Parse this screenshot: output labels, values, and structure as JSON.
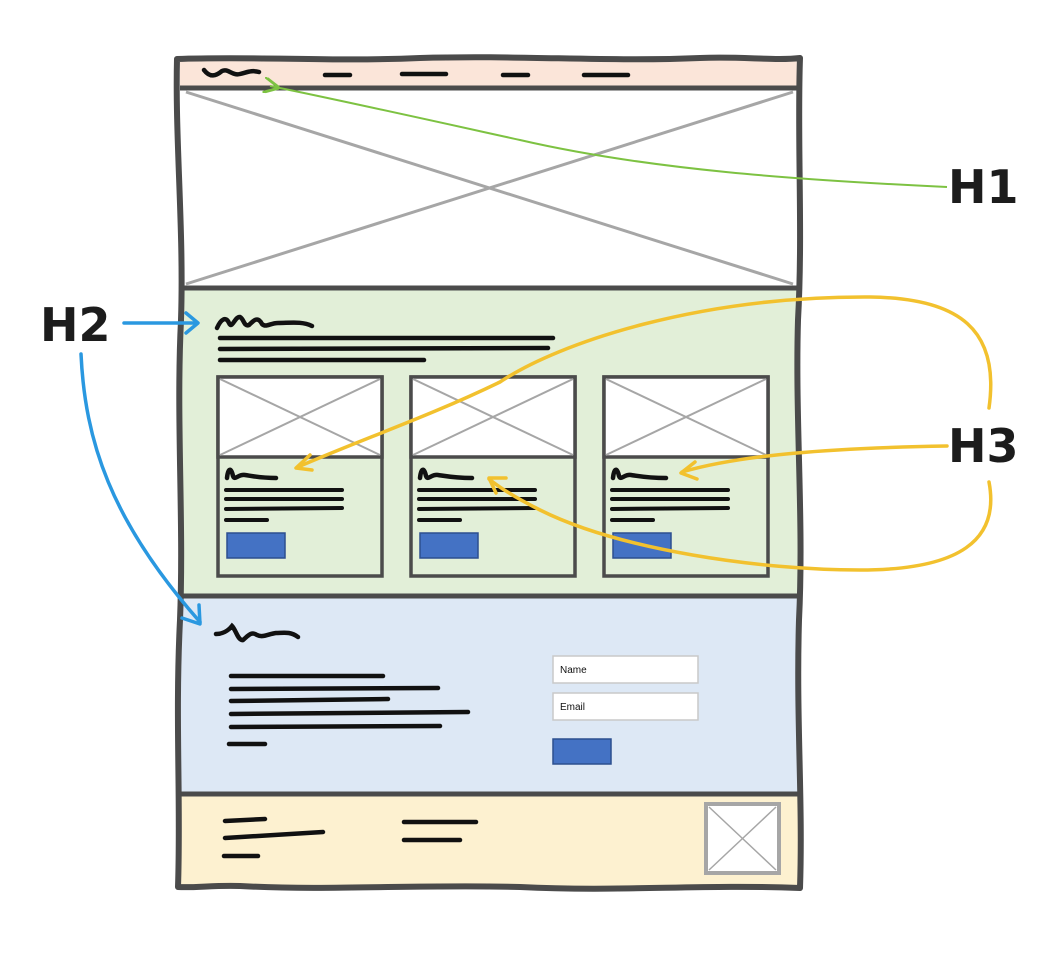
{
  "labels": {
    "h1": "H1",
    "h2": "H2",
    "h3": "H3"
  },
  "form": {
    "name_placeholder": "Name",
    "email_placeholder": "Email"
  },
  "colors": {
    "frame": "#4b4b4b",
    "nav_bg": "#fbe5d9",
    "hero_bg": "#ffffff",
    "features_bg": "#e2efd8",
    "contact_bg": "#dde8f5",
    "footer_bg": "#fdf1d0",
    "placeholder_x": "#a6a6a6",
    "button": "#4472c4",
    "arrow_h1": "#7dc242",
    "arrow_h2": "#2a98e0",
    "arrow_h3": "#f2c12e"
  }
}
